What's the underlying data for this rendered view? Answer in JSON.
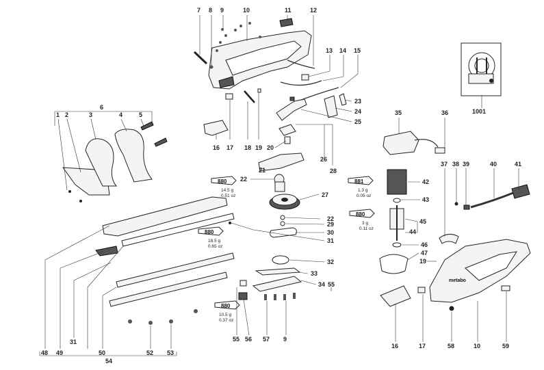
{
  "callouts": [
    "1",
    "2",
    "3",
    "4",
    "5",
    "6",
    "7",
    "8",
    "9",
    "10",
    "11",
    "12",
    "13",
    "14",
    "15",
    "16",
    "17",
    "18",
    "19",
    "20",
    "21",
    "22",
    "23",
    "24",
    "25",
    "26",
    "27",
    "28",
    "29",
    "30",
    "31",
    "32",
    "33",
    "34",
    "35",
    "36",
    "37",
    "38",
    "39",
    "40",
    "41",
    "42",
    "43",
    "44",
    "45",
    "46",
    "47",
    "48",
    "49",
    "50",
    "52",
    "53",
    "54",
    "55",
    "56",
    "57",
    "58",
    "59",
    "1001"
  ],
  "grease_tubes": [
    {
      "code": "880",
      "amount": "14.5 g",
      "oz": "0.51 oz"
    },
    {
      "code": "881",
      "amount": "1.3 g",
      "oz": "0.05 oz"
    },
    {
      "code": "880",
      "amount": "3 g",
      "oz": "0.11 oz"
    },
    {
      "code": "880",
      "amount": "18.5 g",
      "oz": "0.65 oz"
    },
    {
      "code": "880",
      "amount": "10.5 g",
      "oz": "0.37 oz"
    }
  ],
  "brand_mark": "metabo",
  "colors": {
    "ink": "#222222",
    "fill": "#f4f4f4",
    "dark": "#555555"
  }
}
